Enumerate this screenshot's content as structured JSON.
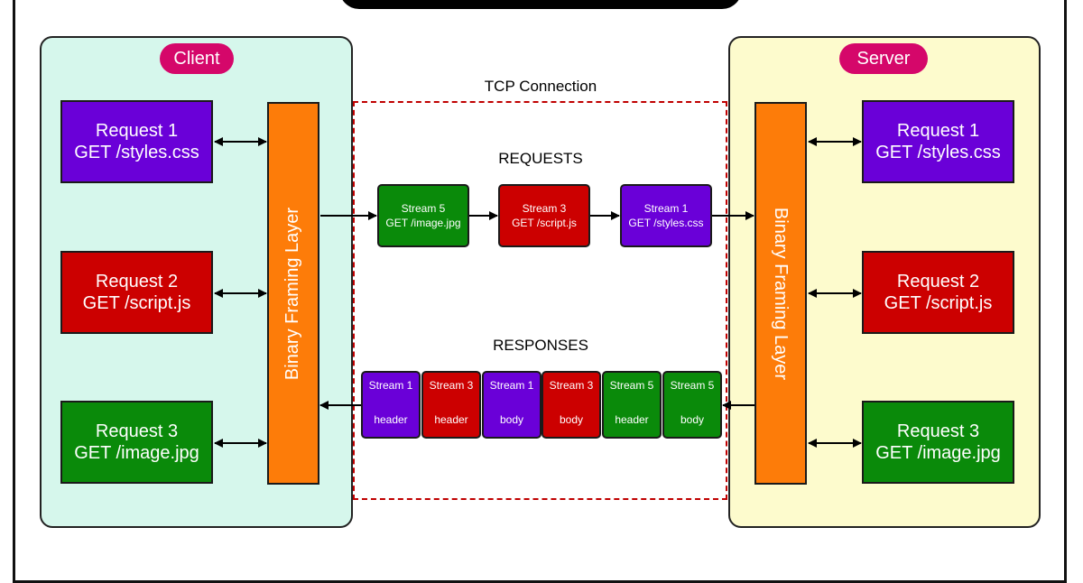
{
  "colors": {
    "purple": "#6a00d8",
    "red": "#cc0000",
    "green": "#0a8a0a",
    "orange": "#fd7c09",
    "pill": "#d5076a",
    "client_bg": "#d6f7ec",
    "server_bg": "#fdfbcd",
    "tcp_border": "#c00000"
  },
  "client": {
    "label": "Client",
    "layer": "Binary Framing Layer",
    "requests": [
      {
        "line1": "Request 1",
        "line2": "GET /styles.css"
      },
      {
        "line1": "Request 2",
        "line2": "GET /script.js"
      },
      {
        "line1": "Request 3",
        "line2": "GET /image.jpg"
      }
    ]
  },
  "server": {
    "label": "Server",
    "layer": "Binary Framing Layer",
    "requests": [
      {
        "line1": "Request 1",
        "line2": "GET /styles.css"
      },
      {
        "line1": "Request 2",
        "line2": "GET /script.js"
      },
      {
        "line1": "Request 3",
        "line2": "GET /image.jpg"
      }
    ]
  },
  "tcp": {
    "label": "TCP Connection",
    "requests_label": "REQUESTS",
    "responses_label": "RESPONSES"
  },
  "request_streams": [
    {
      "line1": "Stream 5",
      "line2": "GET /image.jpg"
    },
    {
      "line1": "Stream 3",
      "line2": "GET /script.js"
    },
    {
      "line1": "Stream 1",
      "line2": "GET /styles.css"
    }
  ],
  "response_frames": [
    {
      "line1": "Stream 1",
      "line2": "header"
    },
    {
      "line1": "Stream 3",
      "line2": "header"
    },
    {
      "line1": "Stream 1",
      "line2": "body"
    },
    {
      "line1": "Stream 3",
      "line2": "body"
    },
    {
      "line1": "Stream 5",
      "line2": "header"
    },
    {
      "line1": "Stream 5",
      "line2": "body"
    }
  ]
}
